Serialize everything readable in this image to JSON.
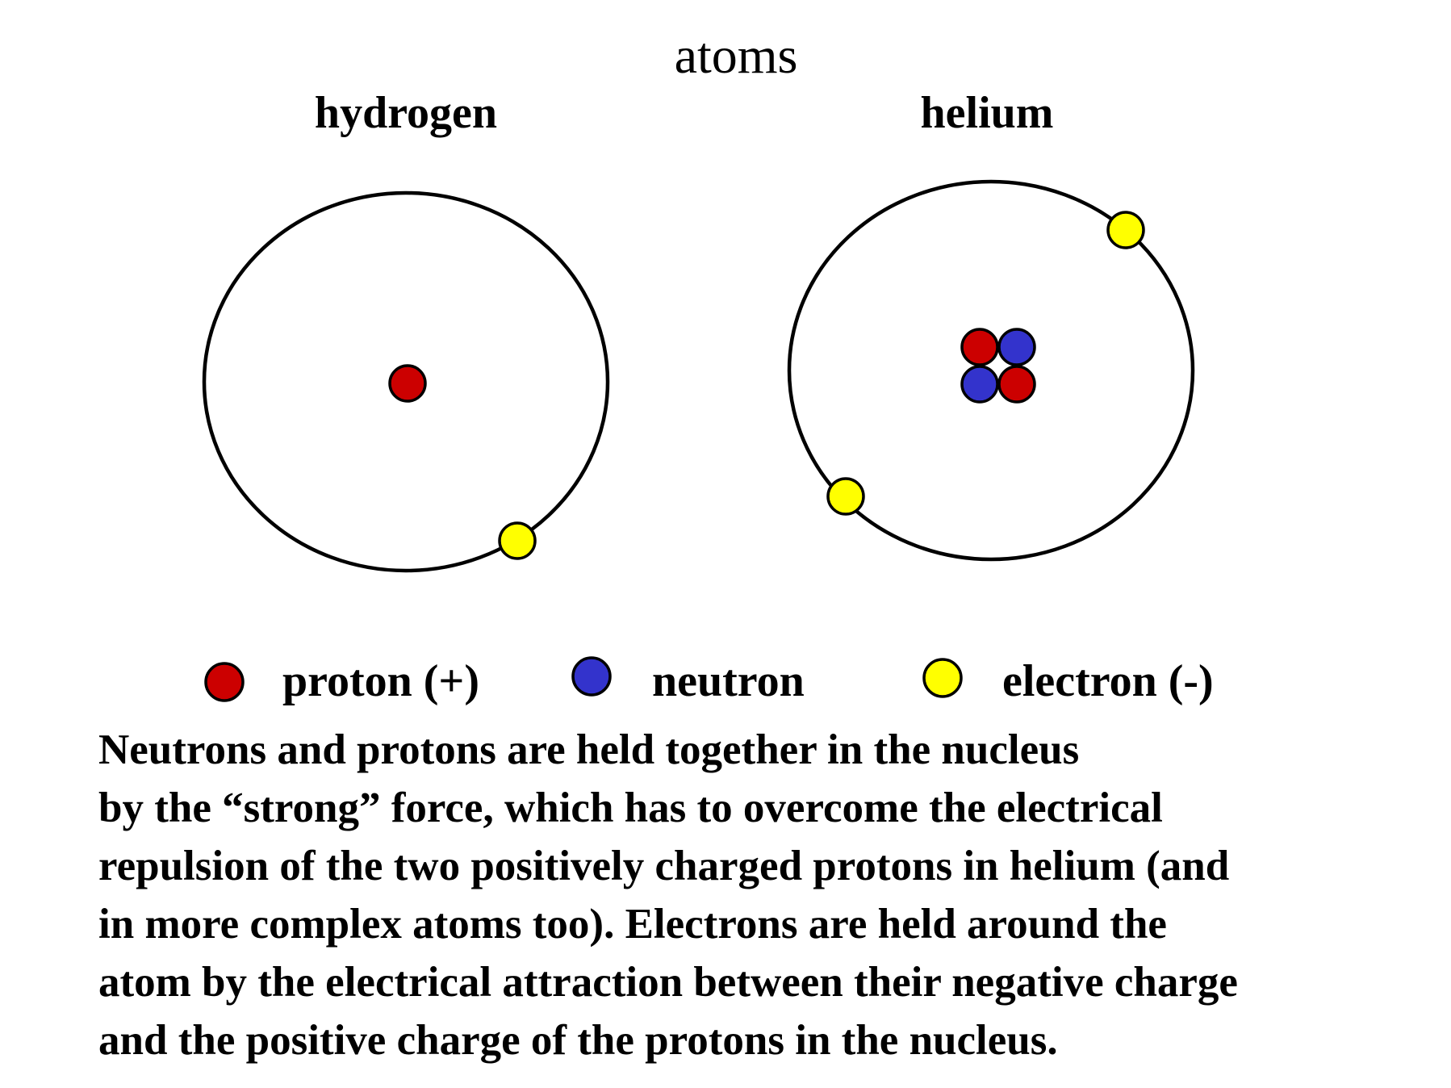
{
  "title": "atoms",
  "atoms": [
    {
      "name": "hydrogen",
      "protons": 1,
      "neutrons": 0,
      "electrons": 1
    },
    {
      "name": "helium",
      "protons": 2,
      "neutrons": 2,
      "electrons": 2
    }
  ],
  "legend": {
    "proton": "proton (+)",
    "neutron": "neutron",
    "electron": "electron (-)"
  },
  "colors": {
    "proton": "#cc0000",
    "neutron": "#3333cc",
    "electron": "#ffff00",
    "orbit": "#000000"
  },
  "description": {
    "lines": [
      "Neutrons and protons are held together in the nucleus",
      "by the “strong” force, which has to overcome the electrical",
      "repulsion of the two positively charged protons in helium (and",
      "in more complex atoms too). Electrons are held around the",
      "atom by the electrical attraction between their negative charge",
      "and the positive charge of the protons in the nucleus."
    ]
  }
}
